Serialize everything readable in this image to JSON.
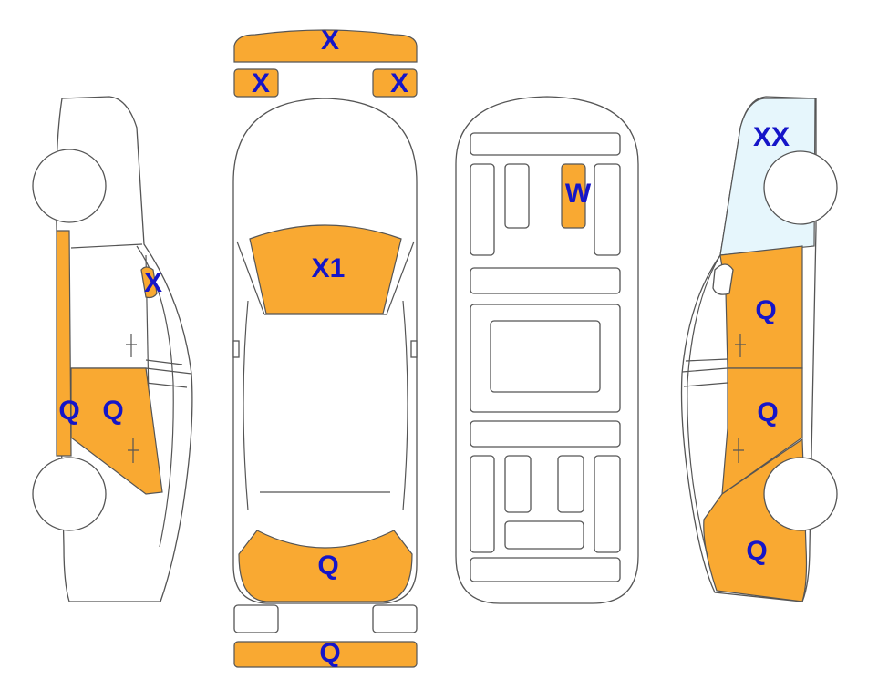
{
  "colors": {
    "damage": "#f9a932",
    "glass_tint": "#e6f6fc",
    "label": "#1515c8"
  },
  "labels": {
    "front_bumper_top": "X",
    "front_left_lamp": "X",
    "front_right_lamp": "X",
    "hood": "X1",
    "trunk_lid": "Q",
    "rear_bumper": "Q",
    "roof_w": "W",
    "left_fender_window": "X",
    "left_rocker": "Q",
    "left_rear_door": "Q",
    "right_front_glass": "XX",
    "right_front_door": "Q",
    "right_rear_door": "Q",
    "right_quarter": "Q"
  }
}
